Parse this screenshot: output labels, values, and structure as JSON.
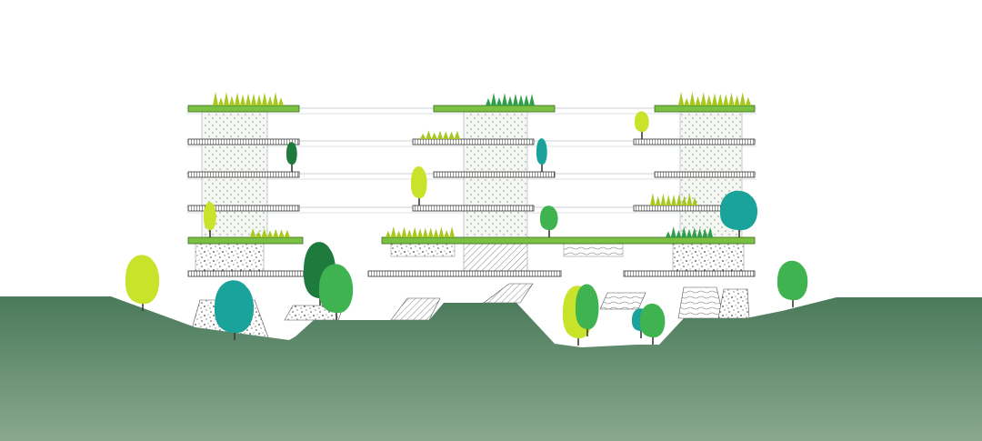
{
  "drawing": {
    "kind": "architectural-section",
    "text_labels": [],
    "colors": {
      "background": "#ffffff",
      "ground_top": "#4a7a5b",
      "ground_bottom": "#8aa88e",
      "roof_green": "#7ac143",
      "slab_hatch": "#555555",
      "grass_yellow": "#a8c81e",
      "grass_dark": "#2e9e4a",
      "tree_lime": "#c9e22a",
      "tree_green": "#3fb34f",
      "tree_dark": "#1f7a3e",
      "tree_teal": "#1aa39a",
      "core_fill": "#f4f6f2"
    },
    "elements": {
      "towers": [
        "tower-left",
        "tower-middle",
        "tower-right"
      ],
      "tree_types": [
        "lime",
        "green",
        "dark",
        "teal"
      ]
    }
  }
}
